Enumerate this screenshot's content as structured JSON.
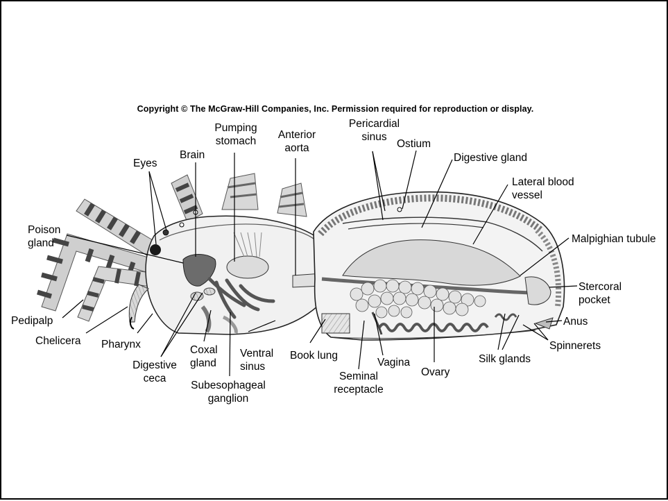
{
  "copyright": "Copyright © The McGraw-Hill Companies, Inc. Permission required for reproduction or display.",
  "labels": {
    "pumping_stomach": "Pumping\nstomach",
    "anterior_aorta": "Anterior\naorta",
    "pericardial_sinus": "Pericardial\nsinus",
    "ostium": "Ostium",
    "digestive_gland": "Digestive gland",
    "brain": "Brain",
    "eyes": "Eyes",
    "lateral_blood_vessel": "Lateral blood\nvessel",
    "poison_gland": "Poison\ngland",
    "malpighian_tubule": "Malpighian tubule",
    "stercoral_pocket": "Stercoral\npocket",
    "pedipalp": "Pedipalp",
    "anus": "Anus",
    "chelicera": "Chelicera",
    "pharynx": "Pharynx",
    "coxal_gland": "Coxal\ngland",
    "ventral_sinus": "Ventral\nsinus",
    "book_lung": "Book lung",
    "vagina": "Vagina",
    "ovary": "Ovary",
    "silk_glands": "Silk glands",
    "spinnerets": "Spinnerets",
    "digestive_ceca": "Digestive\nceca",
    "seminal_receptacle": "Seminal\nreceptacle",
    "subesophageal_ganglion": "Subesophageal\nganglion"
  }
}
